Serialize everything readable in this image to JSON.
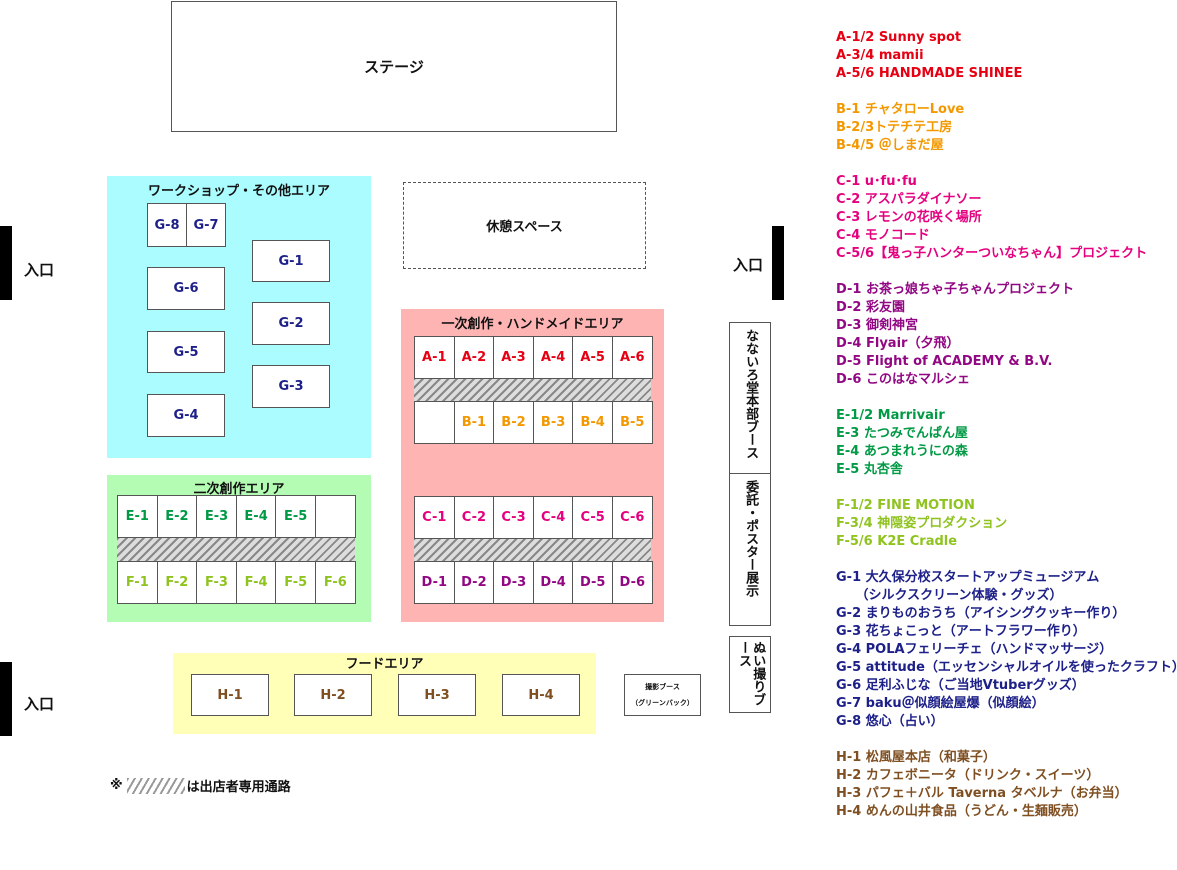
{
  "stage": "ステージ",
  "rest_space": "休憩スペース",
  "entrance": "入口",
  "areas": {
    "workshop": "ワークショップ・その他エリア",
    "original": "一次創作・ハンドメイドエリア",
    "derivative": "二次創作エリア",
    "food": "フードエリア"
  },
  "colors": {
    "A": "#e60012",
    "B": "#f39800",
    "C": "#e4007f",
    "D": "#920783",
    "E": "#009944",
    "F": "#8fc31f",
    "G": "#1d2088",
    "H": "#7f4f21",
    "workshop_bg": "#aafcff",
    "original_bg": "#ffb4b4",
    "derivative_bg": "#b4fcb4",
    "food_bg": "#ffffb8"
  },
  "booths": {
    "A": [
      "A-1",
      "A-2",
      "A-3",
      "A-4",
      "A-5",
      "A-6"
    ],
    "B": [
      "",
      "B-1",
      "B-2",
      "B-3",
      "B-4",
      "B-5"
    ],
    "C": [
      "C-1",
      "C-2",
      "C-3",
      "C-4",
      "C-5",
      "C-6"
    ],
    "D": [
      "D-1",
      "D-2",
      "D-3",
      "D-4",
      "D-5",
      "D-6"
    ],
    "E": [
      "E-1",
      "E-2",
      "E-3",
      "E-4",
      "E-5",
      ""
    ],
    "F": [
      "F-1",
      "F-2",
      "F-3",
      "F-4",
      "F-5",
      "F-6"
    ],
    "G": [
      "G-1",
      "G-2",
      "G-3",
      "G-4",
      "G-5",
      "G-6",
      "G-7",
      "G-8"
    ],
    "H": [
      "H-1",
      "H-2",
      "H-3",
      "H-4"
    ]
  },
  "side_booths": {
    "hq": "なないろ堂本部ブース",
    "consign": "委託・ポスター展示",
    "nui": "ぬい撮りブース",
    "photo_line1": "撮影ブース",
    "photo_line2": "（グリーンバック）"
  },
  "note": {
    "prefix": "※",
    "text": "は出店者専用通路"
  },
  "legend": [
    {
      "key": "A",
      "lines": [
        "A-1/2 Sunny spot",
        "A-3/4 mamii",
        "A-5/6 HANDMADE  SHINEE"
      ]
    },
    {
      "key": "B",
      "lines": [
        "B-1 チャタローLove",
        "B-2/3トテチテ工房",
        "B-4/5 ＠しまだ屋"
      ]
    },
    {
      "key": "C",
      "lines": [
        "C-1 u･fu･fu",
        "C-2 アスパラダイナソー",
        "C-3 レモンの花咲く場所",
        "C-4 モノコード",
        "C-5/6【鬼っ子ハンターついなちゃん】プロジェクト"
      ]
    },
    {
      "key": "D",
      "lines": [
        "D-1 お茶っ娘ちゃ子ちゃんプロジェクト",
        "D-2 彩友園",
        "D-3 御剣神宮",
        "D-4 Flyair（夕飛）",
        "D-5 Flight of ACADEMY & B.V.",
        "D-6 このはなマルシェ"
      ]
    },
    {
      "key": "E",
      "lines": [
        "E-1/2 Marrivair",
        "E-3 たつみでんぱん屋",
        "E-4 あつまれうにの森",
        "E-5 丸杏舎"
      ]
    },
    {
      "key": "F",
      "lines": [
        "F-1/2 FINE MOTION",
        "F-3/4 神隠姿プロダクション",
        "F-5/6 K2E Cradle"
      ]
    },
    {
      "key": "G",
      "lines": [
        "G-1 大久保分校スタートアップミュージアム",
        "　　（シルクスクリーン体験・グッズ）",
        "G-2 まりものおうち（アイシングクッキー作り）",
        "G-3 花ちょこっと（アートフラワー作り）",
        "G-4 POLAフェリーチェ（ハンドマッサージ）",
        "G-5 attitude（エッセンシャルオイルを使ったクラフト）",
        "G-6 足利ふじな（ご当地Vtuberグッズ）",
        "G-7 baku＠似顔絵屋爆（似顔絵）",
        "G-8 悠心（占い）"
      ]
    },
    {
      "key": "H",
      "lines": [
        "H-1 松風屋本店（和菓子）",
        "H-2 カフェボニータ（ドリンク・スイーツ）",
        "H-3 パフェ＋バル Taverna タベルナ（お弁当）",
        "H-4 めんの山井食品（うどん・生麺販売）"
      ]
    }
  ]
}
